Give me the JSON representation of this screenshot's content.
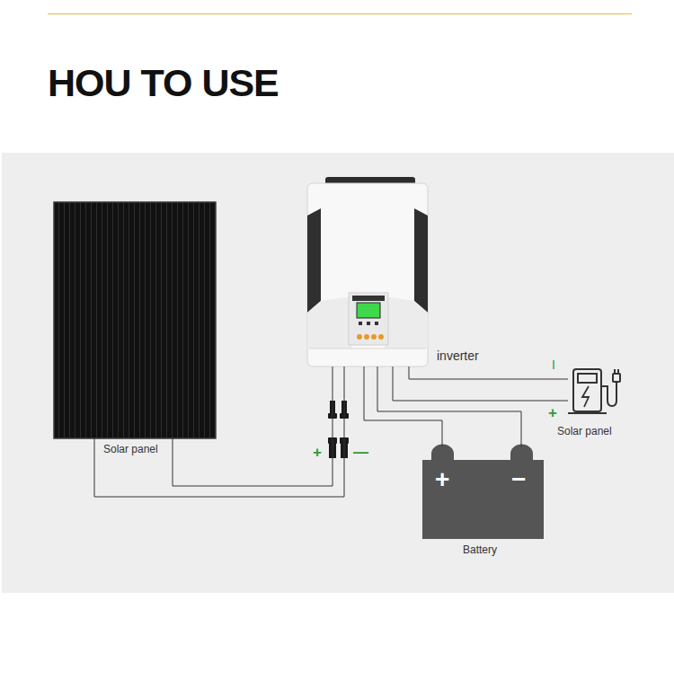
{
  "diagram": {
    "title": "HOU TO USE",
    "nodes": [
      {
        "text": [
          "Solar panel"
        ]
      },
      {
        "text": [
          "inverter"
        ]
      },
      {
        "text": [
          "+",
          "−",
          "Battery"
        ]
      },
      {
        "text": [
          "Solar panel"
        ]
      }
    ],
    "edges": [
      {
        "from": 0,
        "to": 1,
        "arrow": "none"
      },
      {
        "from": 0,
        "to": 1,
        "arrow": "none"
      },
      {
        "from": 1,
        "to": 2,
        "arrow": "none"
      },
      {
        "from": 1,
        "to": 2,
        "arrow": "none"
      },
      {
        "from": 1,
        "to": 3,
        "arrow": "none"
      },
      {
        "from": 1,
        "to": 3,
        "arrow": "none"
      }
    ],
    "labels": [
      "+",
      "—",
      "I",
      "+"
    ]
  }
}
